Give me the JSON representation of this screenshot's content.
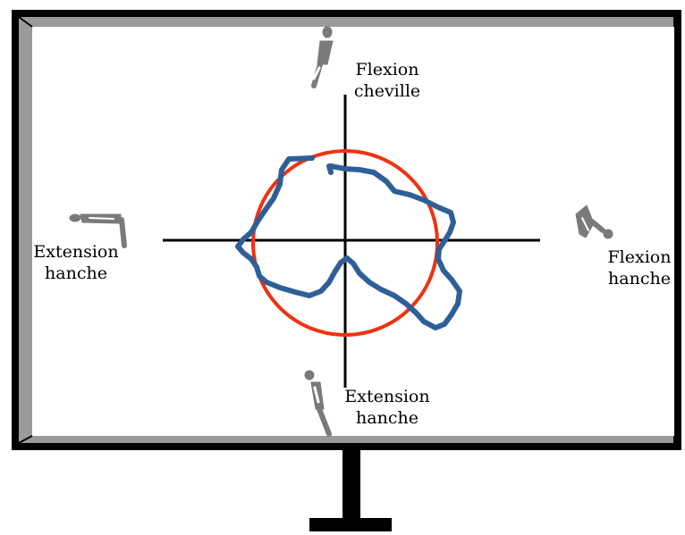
{
  "labels": {
    "top": {
      "line1": "Flexion",
      "line2": "cheville"
    },
    "left": {
      "line1": "Extension",
      "line2": "hanche"
    },
    "right": {
      "line1": "Flexion",
      "line2": "hanche"
    },
    "bottom": {
      "line1": "Extension",
      "line2": "hanche"
    }
  },
  "colors": {
    "monitor_frame": "#000000",
    "screen_bezel": "#9a9a9a",
    "screen": "#ffffff",
    "axes": "#000000",
    "target_circle": "#ee3311",
    "trajectory": "#2e5f96",
    "figure": "#7a7a7a"
  },
  "icons": {
    "top": "person-leaning-forward-icon",
    "left": "person-bent-over-icon",
    "right": "person-crouching-icon",
    "bottom": "person-leaning-back-icon"
  }
}
